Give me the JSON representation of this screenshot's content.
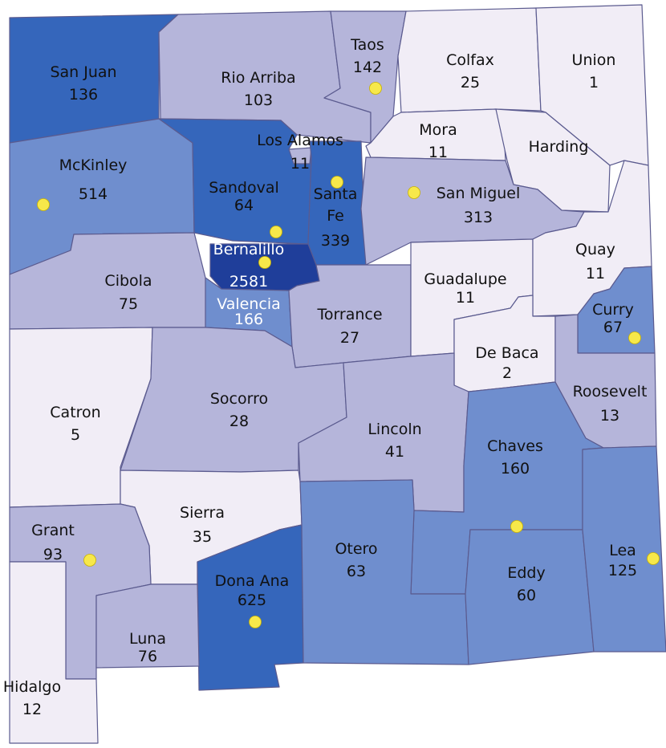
{
  "palette": {
    "c1": "#f1edf6",
    "c2": "#b5b5da",
    "c3": "#6f8ece",
    "c4": "#3566bb",
    "c5": "#1f3e9a",
    "border": "#5b5b8f",
    "marker": "#f7e84a"
  },
  "counties": [
    {
      "id": "san-juan",
      "name": "San Juan",
      "value": "136",
      "shade": "c4",
      "marker": false
    },
    {
      "id": "rio-arriba",
      "name": "Rio Arriba",
      "value": "103",
      "shade": "c2",
      "marker": false
    },
    {
      "id": "taos",
      "name": "Taos",
      "value": "142",
      "shade": "c2",
      "marker": true
    },
    {
      "id": "colfax",
      "name": "Colfax",
      "value": "25",
      "shade": "c1",
      "marker": false
    },
    {
      "id": "union",
      "name": "Union",
      "value": "1",
      "shade": "c1",
      "marker": false
    },
    {
      "id": "mckinley",
      "name": "McKinley",
      "value": "514",
      "shade": "c3",
      "marker": true
    },
    {
      "id": "sandoval",
      "name": "Sandoval",
      "value": "64",
      "shade": "c4",
      "marker": true
    },
    {
      "id": "los-alamos",
      "name": "Los Alamos",
      "value": "11",
      "shade": "c2",
      "marker": false
    },
    {
      "id": "santa-fe",
      "name": "Santa Fe",
      "name_line1": "Santa",
      "name_line2": "Fe",
      "value": "339",
      "shade": "c4",
      "marker": true
    },
    {
      "id": "mora",
      "name": "Mora",
      "value": "11",
      "shade": "c1",
      "marker": false
    },
    {
      "id": "harding",
      "name": "Harding",
      "value": "",
      "shade": "c1",
      "marker": false
    },
    {
      "id": "san-miguel",
      "name": "San Miguel",
      "value": "313",
      "shade": "c2",
      "marker": true
    },
    {
      "id": "cibola",
      "name": "Cibola",
      "value": "75",
      "shade": "c2",
      "marker": false
    },
    {
      "id": "bernalillo",
      "name": "Bernalillo",
      "value": "2581",
      "shade": "c5",
      "marker": true
    },
    {
      "id": "valencia",
      "name": "Valencia",
      "value": "166",
      "shade": "c3",
      "marker": false
    },
    {
      "id": "torrance",
      "name": "Torrance",
      "value": "27",
      "shade": "c2",
      "marker": false
    },
    {
      "id": "guadalupe",
      "name": "Guadalupe",
      "value": "11",
      "shade": "c1",
      "marker": false
    },
    {
      "id": "quay",
      "name": "Quay",
      "value": "11",
      "shade": "c1",
      "marker": false
    },
    {
      "id": "curry",
      "name": "Curry",
      "value": "67",
      "shade": "c3",
      "marker": true
    },
    {
      "id": "de-baca",
      "name": "De Baca",
      "value": "2",
      "shade": "c1",
      "marker": false
    },
    {
      "id": "roosevelt",
      "name": "Roosevelt",
      "value": "13",
      "shade": "c2",
      "marker": false
    },
    {
      "id": "catron",
      "name": "Catron",
      "value": "5",
      "shade": "c1",
      "marker": false
    },
    {
      "id": "socorro",
      "name": "Socorro",
      "value": "28",
      "shade": "c2",
      "marker": false
    },
    {
      "id": "lincoln",
      "name": "Lincoln",
      "value": "41",
      "shade": "c2",
      "marker": false
    },
    {
      "id": "chaves",
      "name": "Chaves",
      "value": "160",
      "shade": "c3",
      "marker": true
    },
    {
      "id": "sierra",
      "name": "Sierra",
      "value": "35",
      "shade": "c1",
      "marker": false
    },
    {
      "id": "grant",
      "name": "Grant",
      "value": "93",
      "shade": "c2",
      "marker": true
    },
    {
      "id": "dona-ana",
      "name": "Dona Ana",
      "value": "625",
      "shade": "c4",
      "marker": true
    },
    {
      "id": "otero",
      "name": "Otero",
      "value": "63",
      "shade": "c3",
      "marker": false
    },
    {
      "id": "eddy",
      "name": "Eddy",
      "value": "60",
      "shade": "c3",
      "marker": false
    },
    {
      "id": "lea",
      "name": "Lea",
      "value": "125",
      "shade": "c3",
      "marker": true
    },
    {
      "id": "luna",
      "name": "Luna",
      "value": "76",
      "shade": "c2",
      "marker": false
    },
    {
      "id": "hidalgo",
      "name": "Hidalgo",
      "value": "12",
      "shade": "c1",
      "marker": false
    }
  ]
}
